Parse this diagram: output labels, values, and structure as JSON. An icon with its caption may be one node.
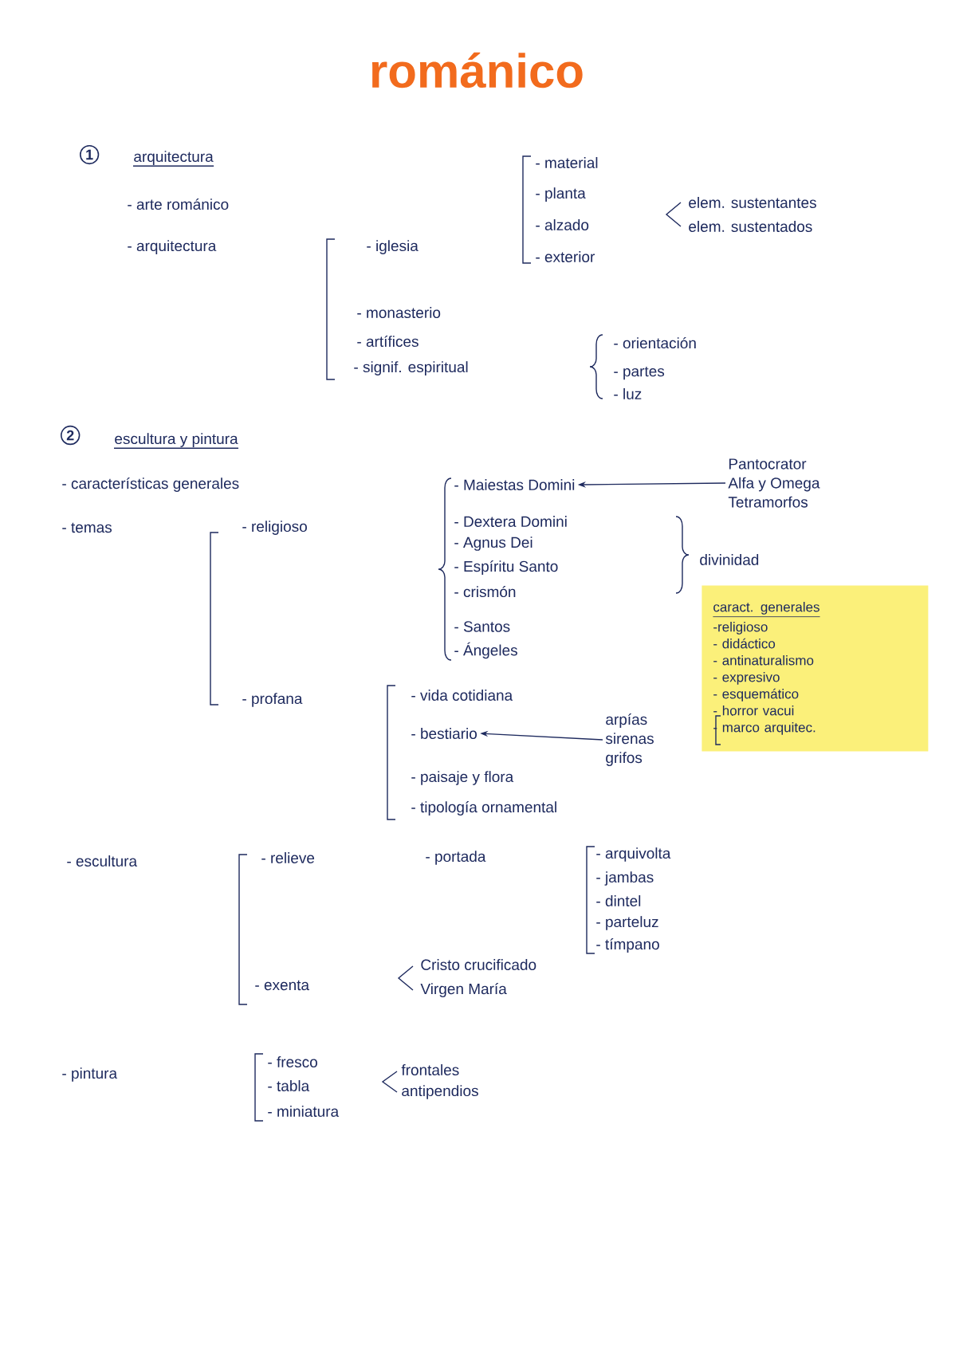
{
  "diagram": {
    "title": "románico",
    "nodes": [
      {
        "text": [
          "- Maiestas Domini"
        ]
      },
      {
        "text": [
          "Pantocrator",
          "Alfa y Omega",
          "Tetramorfos"
        ]
      },
      {
        "text": [
          "- bestiario"
        ]
      },
      {
        "text": [
          "arpías",
          "sirenas",
          "grifos"
        ]
      },
      {
        "text": [
          "caract. generales",
          "-religioso",
          "- didáctico",
          "- antinaturalismo",
          "- expresivo",
          "- esquemático",
          "- horror vacui",
          "- marco arquitec."
        ]
      }
    ],
    "edges": [
      {
        "from": 1,
        "to": 0,
        "arrow": "to"
      },
      {
        "from": 3,
        "to": 2,
        "arrow": "to"
      }
    ],
    "labels": [
      "1",
      "arquitectura",
      "- arte románico",
      "- arquitectura",
      "- iglesia",
      "- material",
      "- planta",
      "- alzado",
      "- exterior",
      "elem. sustentantes",
      "elem. sustentados",
      "- monasterio",
      "- artífices",
      "- signif. espiritual",
      "- orientación",
      "- partes",
      "- luz",
      "2",
      "escultura y pintura",
      "- características generales",
      "- temas",
      "- religioso",
      "- Dextera Domini",
      "- Agnus Dei",
      "- Espíritu Santo",
      "- crismón",
      "divinidad",
      "- Santos",
      "- Ángeles",
      "- profana",
      "- vida cotidiana",
      "- paisaje y flora",
      "- tipología ornamental",
      "- escultura",
      "- relieve",
      "- portada",
      "- arquivolta",
      "- jambas",
      "- dintel",
      "- parteluz",
      "- tímpano",
      "Cristo crucificado",
      "- exenta",
      "Virgen María",
      "- pintura",
      "- fresco",
      "- tabla",
      "- miniatura",
      "frontales",
      "antipendios"
    ]
  }
}
